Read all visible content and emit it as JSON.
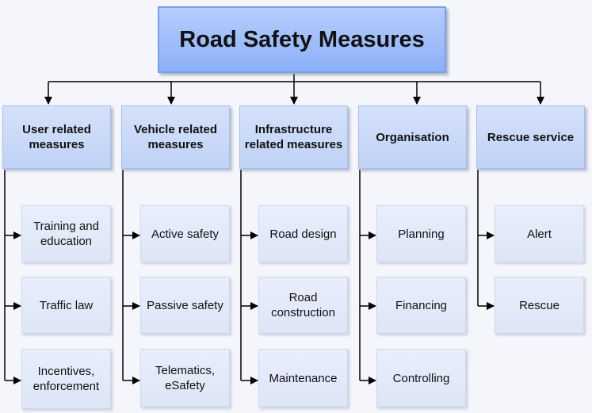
{
  "title": "Road Safety Measures",
  "columns": [
    {
      "label": "User related measures",
      "items": [
        "Training and education",
        "Traffic law",
        "Incentives, enforcement"
      ]
    },
    {
      "label": "Vehicle related measures",
      "items": [
        "Active safety",
        "Passive safety",
        "Telematics, eSafety"
      ]
    },
    {
      "label": "Infrastructure related measures",
      "items": [
        "Road design",
        "Road construction",
        "Maintenance"
      ]
    },
    {
      "label": "Organisation",
      "items": [
        "Planning",
        "Financing",
        "Controlling"
      ]
    },
    {
      "label": "Rescue service",
      "items": [
        "Alert",
        "Rescue"
      ]
    }
  ],
  "colors": {
    "title_fill": "#8cb0fa",
    "category_fill": "#c8d8f8",
    "item_fill": "#e3e9f8",
    "connector": "#000000"
  }
}
